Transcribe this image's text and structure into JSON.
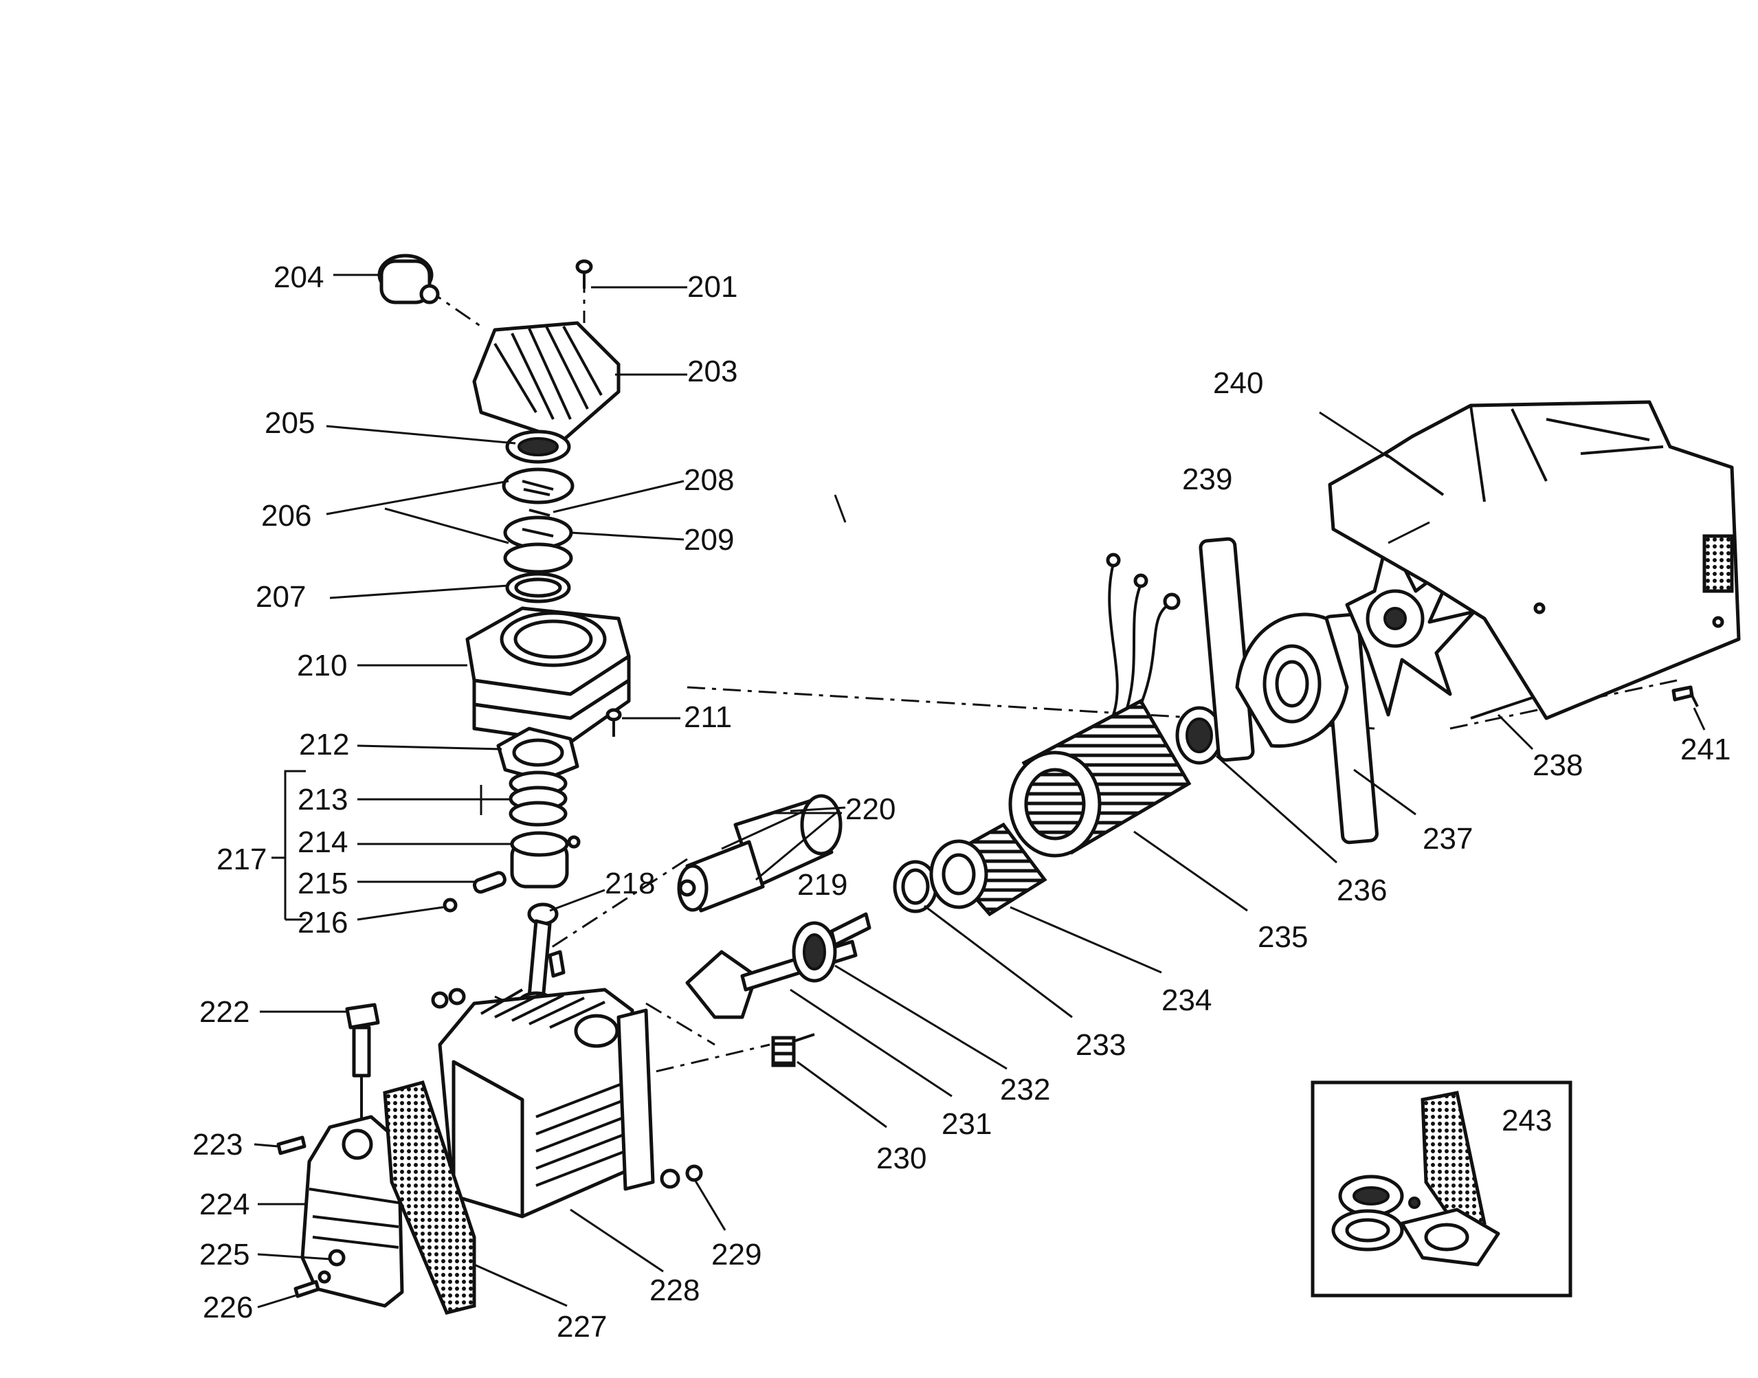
{
  "labels": {
    "l201": "201",
    "l203": "203",
    "l204": "204",
    "l205": "205",
    "l206": "206",
    "l207": "207",
    "l208": "208",
    "l209": "209",
    "l210": "210",
    "l211": "211",
    "l212": "212",
    "l213": "213",
    "l214": "214",
    "l215": "215",
    "l216": "216",
    "l217": "217",
    "l218": "218",
    "l219": "219",
    "l220": "220",
    "l222": "222",
    "l223": "223",
    "l224": "224",
    "l225": "225",
    "l226": "226",
    "l227": "227",
    "l228": "228",
    "l229": "229",
    "l230": "230",
    "l231": "231",
    "l232": "232",
    "l233": "233",
    "l234": "234",
    "l235": "235",
    "l236": "236",
    "l237": "237",
    "l238": "238",
    "l239": "239",
    "l240": "240",
    "l241": "241",
    "l243": "243"
  },
  "icons": {
    "pump-head": "cylinder-head-icon",
    "motor": "motor-stator-icon",
    "fan": "fan-icon",
    "shroud": "shroud-cover-icon",
    "kit": "gasket-kit-icon"
  },
  "colors": {
    "ink": "#111111",
    "paper": "#ffffff"
  }
}
